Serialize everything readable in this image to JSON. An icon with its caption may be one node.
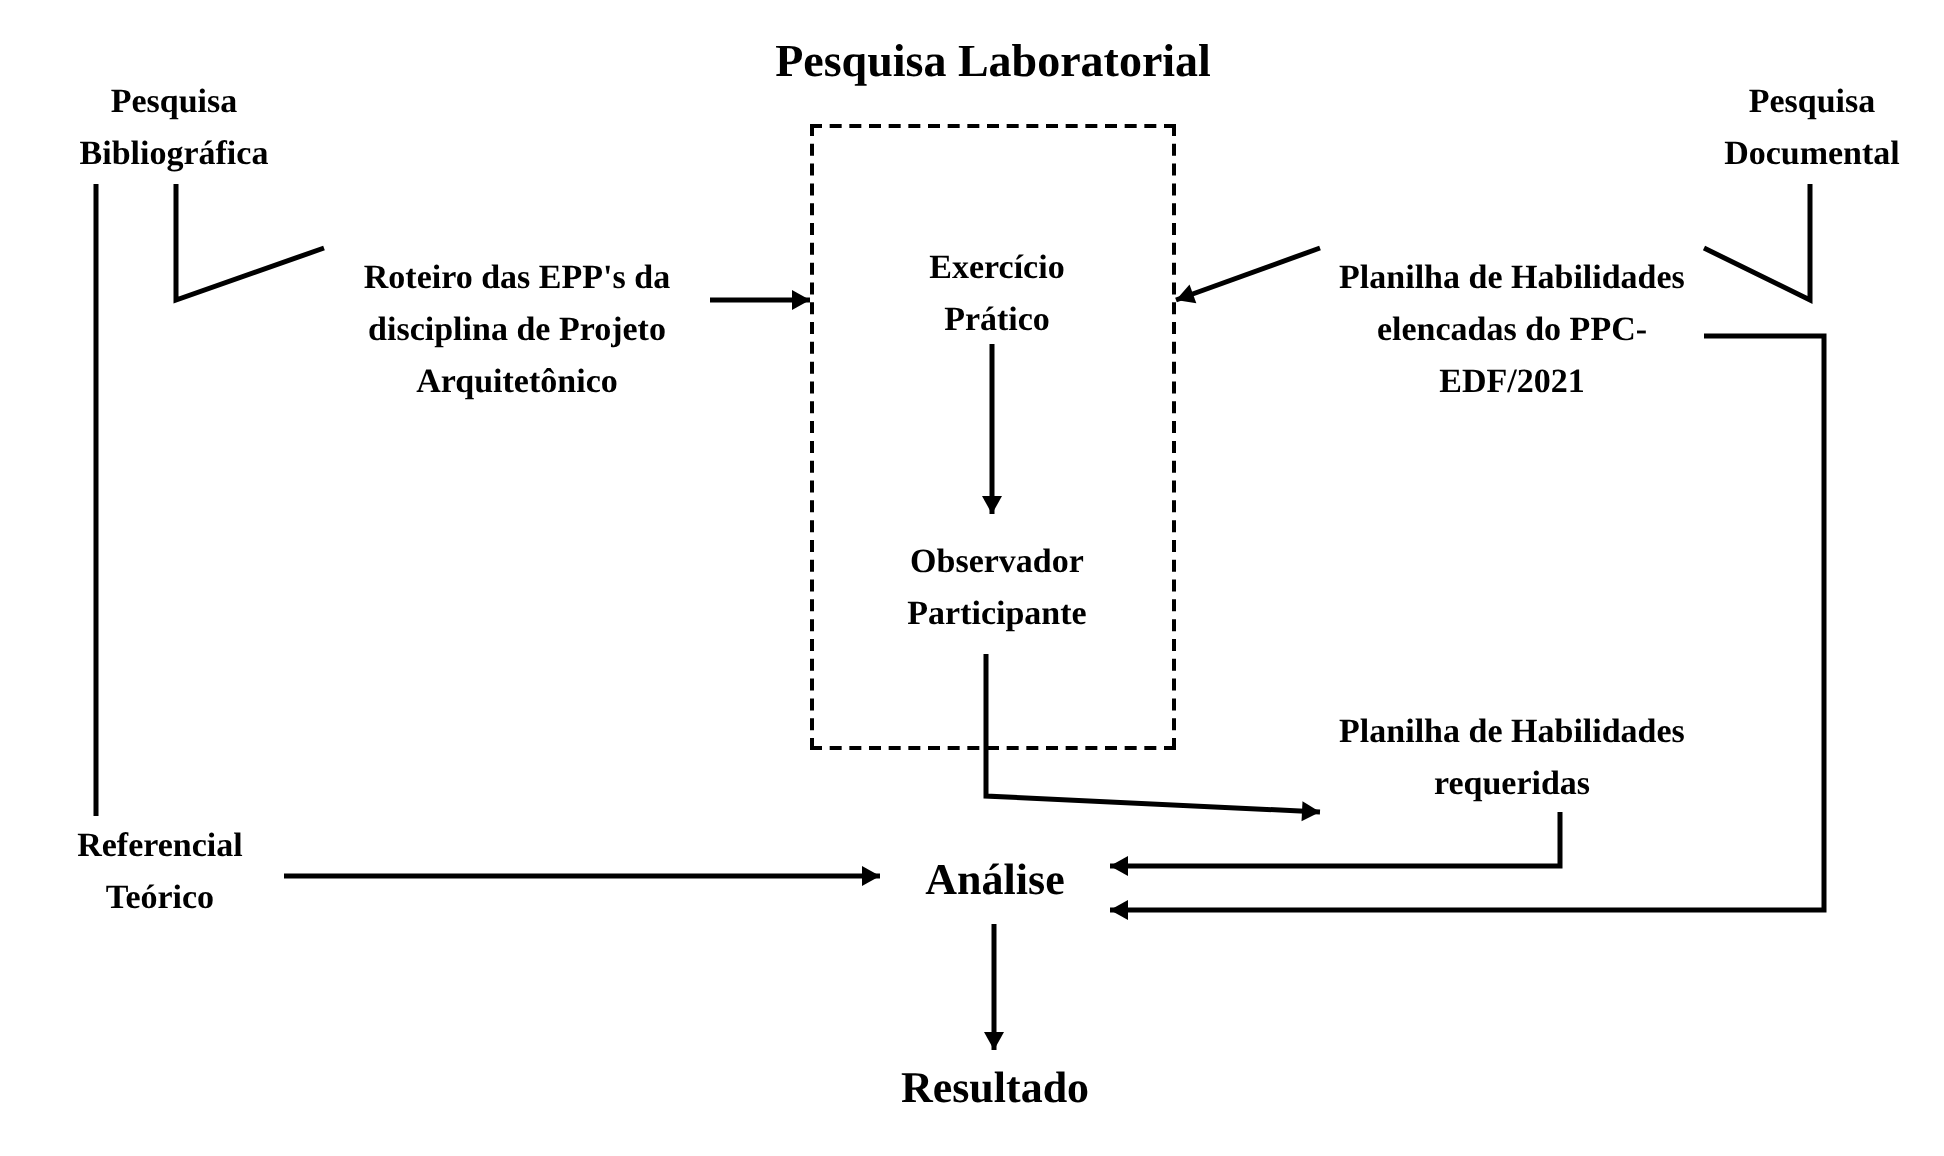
{
  "diagram": {
    "nodes": [
      {
        "text": [
          "Pesquisa Laboratorial"
        ]
      },
      {
        "text": [
          "Pesquisa Bibliográfica"
        ]
      },
      {
        "text": [
          "Roteiro das EPP's da disciplina de Projeto Arquitetônico"
        ]
      },
      {
        "text": [
          "Exercício Prático"
        ],
        "in": 0
      },
      {
        "text": [
          "Observador Participante"
        ],
        "in": 0
      },
      {
        "text": [
          "Pesquisa Documental"
        ]
      },
      {
        "text": [
          "Planilha de Habilidades elencadas do PPC-EDF/2021"
        ]
      },
      {
        "text": [
          "Planilha de Habilidades requeridas"
        ]
      },
      {
        "text": [
          "Referencial Teórico"
        ]
      },
      {
        "text": [
          "Análise"
        ]
      },
      {
        "text": [
          "Resultado"
        ]
      }
    ],
    "edges": [
      {
        "from": 1,
        "to": 2,
        "arrow": "none"
      },
      {
        "from": 1,
        "to": 8,
        "arrow": "none"
      },
      {
        "from": 2,
        "to": 0,
        "arrow": "to"
      },
      {
        "from": 6,
        "to": 0,
        "arrow": "to"
      },
      {
        "from": 5,
        "to": 6,
        "arrow": "none"
      },
      {
        "from": 3,
        "to": 4,
        "arrow": "to"
      },
      {
        "from": 4,
        "to": 7,
        "arrow": "to"
      },
      {
        "from": 8,
        "to": 9,
        "arrow": "to"
      },
      {
        "from": 7,
        "to": 9,
        "arrow": "to"
      },
      {
        "from": 6,
        "to": 9,
        "arrow": "to"
      },
      {
        "from": 9,
        "to": 10,
        "arrow": "to"
      }
    ]
  }
}
